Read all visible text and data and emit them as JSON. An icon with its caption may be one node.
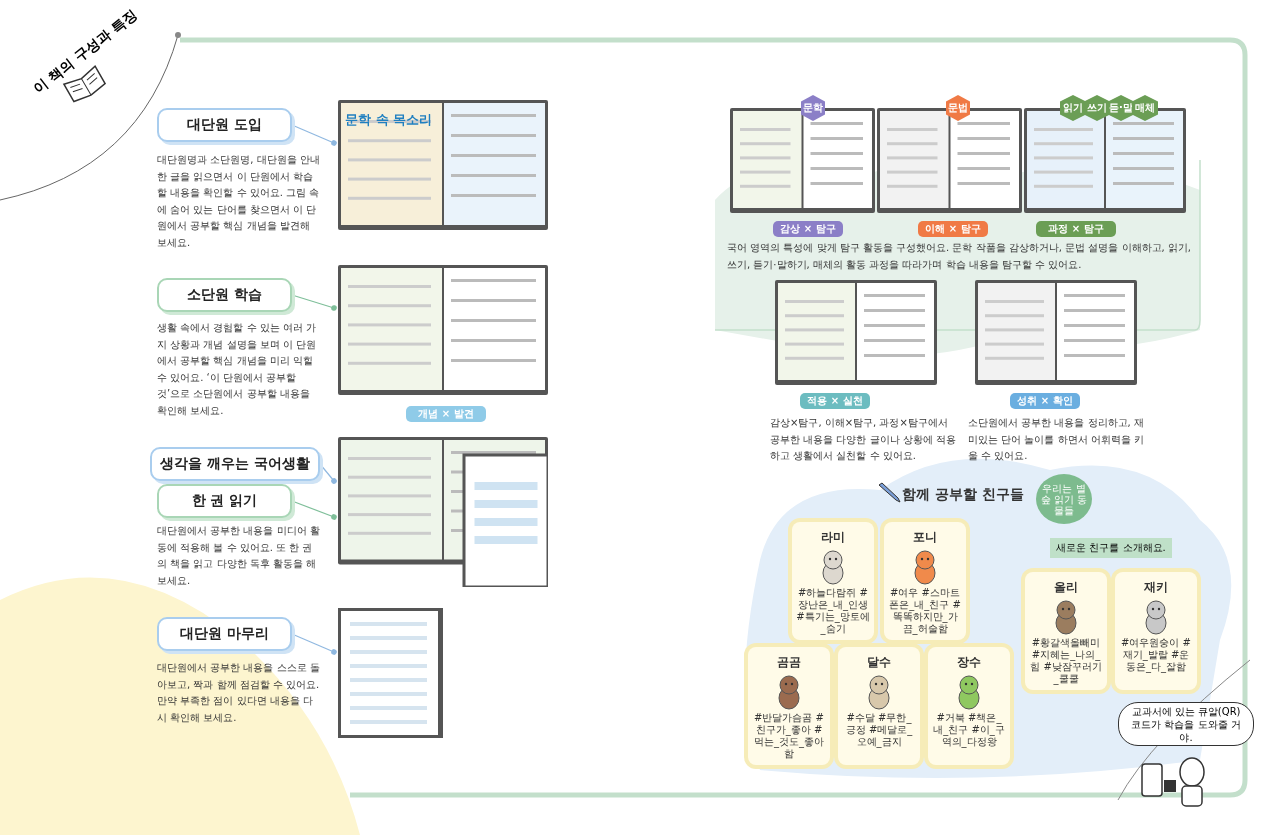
{
  "diagram": {
    "title": "이 책의 구성과 특징",
    "nodes": [
      {
        "text": [
          "대단원 도입"
        ],
        "beside": [
          "대단원명과 소단원명, 대단원을 안내한 글을 읽으면서 이 단원에서 학습할 내용을 확인할 수 있어요. 그림 속에 숨어 있는 단어를 찾으면서 이 단원에서 공부할 핵심 개념을 발견해 보세요."
        ]
      },
      {
        "text": [
          "소단원 학습"
        ],
        "beside": [
          "생활 속에서 경험할 수 있는 여러 가지 상황과 개념 설명을 보며 이 단원에서 공부할 핵심 개념을 미리 익힐 수 있어요. ‘이 단원에서 공부할 것’으로 소단원에서 공부할 내용을 확인해 보세요."
        ]
      },
      {
        "text": [
          "생각을 깨우는 국어생활"
        ]
      },
      {
        "text": [
          "한 권 읽기"
        ],
        "beside": [
          "대단원에서 공부한 내용을 미디어 활동에 적용해 볼 수 있어요. 또 한 권의 책을 읽고 다양한 독후 활동을 해 보세요."
        ]
      },
      {
        "text": [
          "대단원 마무리"
        ],
        "beside": [
          "대단원에서 공부한 내용을 스스로 돌아보고, 짝과 함께 점검할 수 있어요. 만약 부족한 점이 있다면 내용을 다시 확인해 보세요."
        ]
      },
      {
        "text": [],
        "shape": "picture"
      },
      {
        "text": [],
        "shape": "picture"
      },
      {
        "text": [],
        "shape": "picture"
      },
      {
        "text": [],
        "shape": "picture"
      },
      {
        "text": [
          "개념 × 발견"
        ]
      },
      {
        "text": [],
        "shape": "picture"
      },
      {
        "text": [],
        "shape": "picture"
      },
      {
        "text": [],
        "shape": "picture"
      },
      {
        "text": [
          "문학"
        ]
      },
      {
        "text": [
          "문법"
        ]
      },
      {
        "text": [
          "읽기"
        ]
      },
      {
        "text": [
          "쓰기"
        ]
      },
      {
        "text": [
          "듣·말"
        ]
      },
      {
        "text": [
          "매체"
        ]
      },
      {
        "text": [
          "감상 × 탐구"
        ]
      },
      {
        "text": [
          "이해 × 탐구"
        ]
      },
      {
        "text": [
          "과정 × 탐구"
        ]
      },
      {
        "text": [],
        "shape": "picture"
      },
      {
        "text": [],
        "shape": "picture"
      },
      {
        "text": [
          "적용 × 실천"
        ],
        "beside": [
          "감상×탐구, 이해×탐구, 과정×탐구에서 공부한 내용을 다양한 글이나 상황에 적용하고 생활에서 실천할 수 있어요."
        ]
      },
      {
        "text": [
          "성취 × 확인"
        ],
        "beside": [
          "소단원에서 공부한 내용을 정리하고, 재미있는 단어 놀이를 하면서 어휘력을 키울 수 있어요."
        ]
      },
      {
        "text": [
          "우리는 별숲 읽기 동물들"
        ]
      },
      {
        "text": [
          "새로운 친구를 소개해요."
        ]
      },
      {
        "text": [
          "라미",
          "#하늘다람쥐 #장난은_내_인생 #특기는_망토에_숨기"
        ]
      },
      {
        "text": [
          "포니",
          "#여우 #스마트폰은_내_친구 #똑똑하지만_가끔_허술함"
        ]
      },
      {
        "text": [
          "곰곰",
          "#반달가슴곰 #친구가_좋아 #먹는_것도_좋아함"
        ]
      },
      {
        "text": [
          "달수",
          "#수달 #무한_긍정 #메달로_오예_금지"
        ]
      },
      {
        "text": [
          "장수",
          "#거북 #책은_내_친구 #이_구역의_다정왕"
        ]
      },
      {
        "text": [
          "올리",
          "#황갈색올빼미 #지혜는_나의_힘 #낮잠꾸러기_쿨쿨"
        ]
      },
      {
        "text": [
          "재키",
          "#여우원숭이 #재기_발랄 #운동은_다_잘함"
        ]
      },
      {
        "text": [
          "교과서에 있는 큐알(QR) 코드가 학습을 도와줄 거야."
        ]
      }
    ],
    "edges": [
      {
        "from": 0,
        "to": 5,
        "arrow": "other"
      },
      {
        "from": 1,
        "to": 6,
        "arrow": "other",
        "color": "#7fbf9a"
      },
      {
        "from": 2,
        "to": 7,
        "arrow": "other"
      },
      {
        "from": 3,
        "to": 7,
        "arrow": "other",
        "color": "#7fbf9a"
      },
      {
        "from": 4,
        "to": 8,
        "arrow": "other"
      }
    ],
    "labels": [
      "문학 속 목소리",
      "국어 영역의 특성에 맞게 탐구 활동을 구성했어요. 문학 작품을 감상하거나, 문법 설명을 이해하고, 읽기, 쓰기, 듣기·말하기, 매체의 활동 과정을 따라가며 학습 내용을 탐구할 수 있어요.",
      "함께 공부할 친구들"
    ]
  }
}
